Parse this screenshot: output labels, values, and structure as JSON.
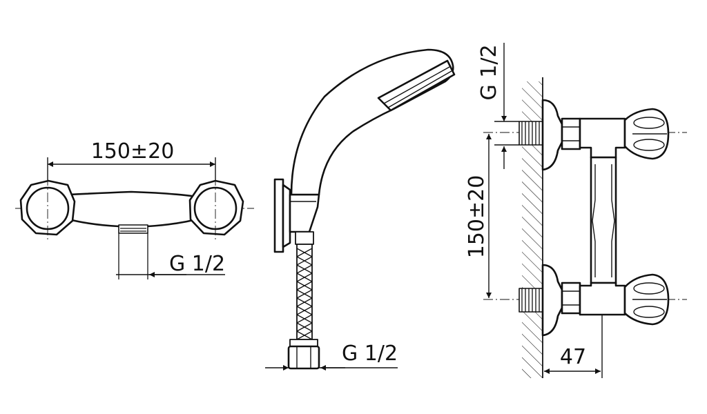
{
  "drawing": {
    "front_view": {
      "spacing_label": "150±20",
      "thread_label": "G 1/2"
    },
    "hand_shower": {
      "hose_thread_label": "G 1/2"
    },
    "side_view": {
      "inlet_thread_label": "G 1/2",
      "spacing_label": "150±20",
      "projection_label": "47"
    }
  }
}
